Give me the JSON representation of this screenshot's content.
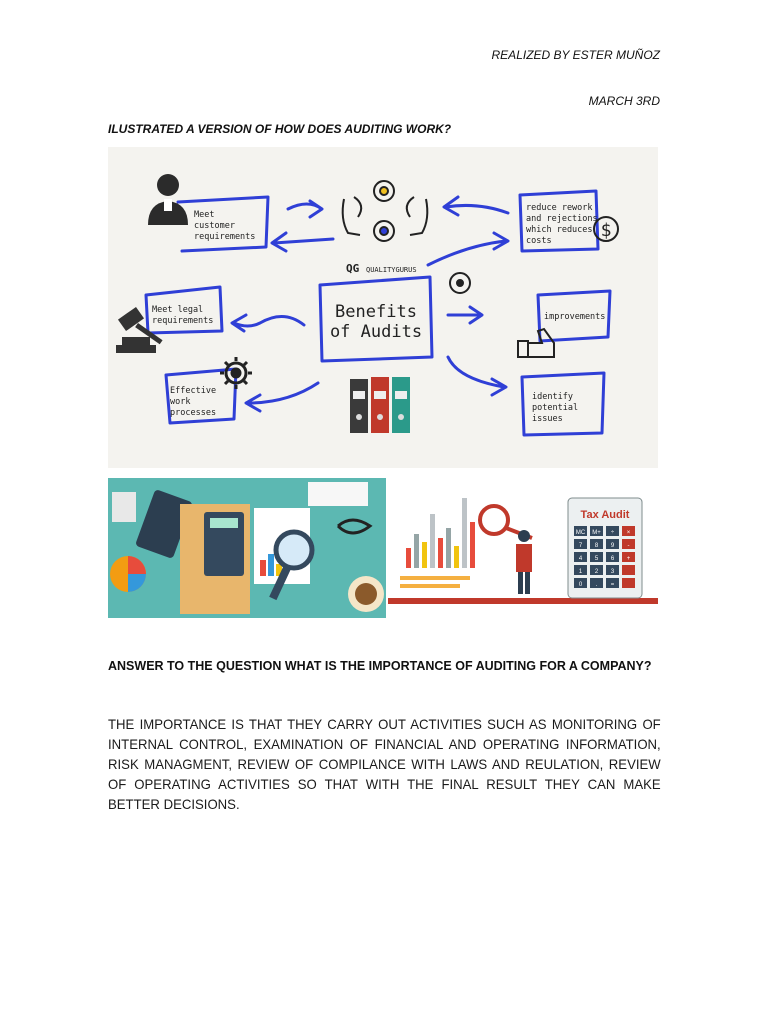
{
  "header": {
    "author": "REALIZED BY ESTER MUÑOZ",
    "date": "MARCH 3RD"
  },
  "question_1": "ILUSTRATED A VERSION OF HOW DOES AUDITING WORK?",
  "diagram": {
    "title_line1": "Benefits",
    "title_line2": "of Audits",
    "brand": "QUALITYGURUS",
    "brand_mark": "QG",
    "boxes": {
      "customer": [
        "Meet",
        "customer",
        "requirements"
      ],
      "legal": [
        "Meet legal",
        "requirements"
      ],
      "effective": [
        "Effective",
        "work",
        "processes"
      ],
      "rework": [
        "reduce rework",
        "and rejections",
        "which reduces",
        "costs"
      ],
      "improvements": [
        "improvements"
      ],
      "identify": [
        "identify",
        "potential",
        "issues"
      ]
    },
    "dollar_sign": "$",
    "colors": {
      "accent": "#2f3fd6",
      "background": "#f4f3ef"
    }
  },
  "illustration": {
    "tax_audit_label": "Tax Audit",
    "keypad": [
      "MC",
      "M+",
      "÷",
      "×",
      "7",
      "8",
      "9",
      "-",
      "4",
      "5",
      "6",
      "+",
      "1",
      "2",
      "3",
      "",
      "0",
      ".",
      "=",
      ""
    ]
  },
  "question_2": "ANSWER TO THE QUESTION WHAT IS THE IMPORTANCE OF AUDITING FOR A COMPANY?",
  "answer": "THE IMPORTANCE IS THAT THEY CARRY OUT ACTIVITIES SUCH AS MONITORING OF INTERNAL CONTROL, EXAMINATION OF FINANCIAL AND OPERATING INFORMATION, RISK MANAGMENT, REVIEW OF COMPILANCE WITH LAWS AND REULATION, REVIEW OF OPERATING ACTIVITIES SO THAT WITH THE FINAL RESULT THEY CAN MAKE BETTER DECISIONS."
}
